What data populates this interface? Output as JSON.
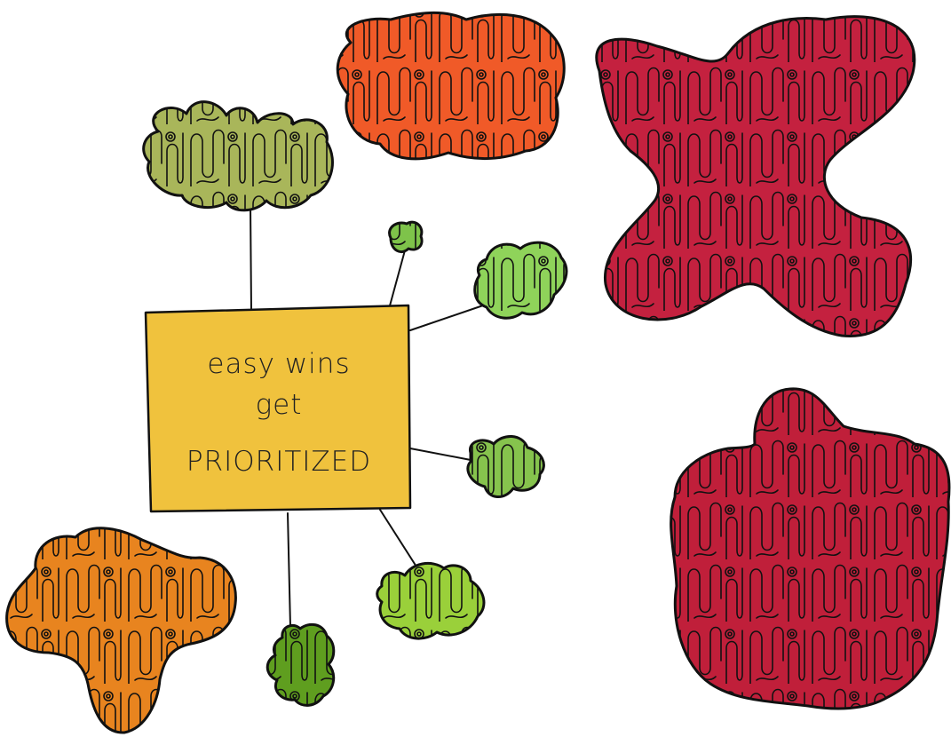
{
  "center_note": {
    "lines": [
      "easy wins",
      "get",
      "PRIORITIZED"
    ],
    "fill_color": "#f0c23d"
  },
  "blobs": [
    {
      "id": "small-olive-blob",
      "color": "#a9b65a",
      "size": "medium",
      "effort": "low"
    },
    {
      "id": "orange-top-blob",
      "color": "#f05a28",
      "size": "large",
      "effort": "medium"
    },
    {
      "id": "red-x-blob",
      "color": "#c4213f",
      "size": "very-large",
      "effort": "high"
    },
    {
      "id": "red-large-blob",
      "color": "#c01f3a",
      "size": "very-large",
      "effort": "high"
    },
    {
      "id": "orange-bottom-blob",
      "color": "#e8841f",
      "size": "large",
      "effort": "medium"
    },
    {
      "id": "tiny-green-blob",
      "color": "#7ec34a",
      "size": "tiny",
      "effort": "low"
    },
    {
      "id": "light-green-blob",
      "color": "#8fd35a",
      "size": "small",
      "effort": "low"
    },
    {
      "id": "green-small-blob",
      "color": "#86c34d",
      "size": "small",
      "effort": "low"
    },
    {
      "id": "lime-blob",
      "color": "#9ad03a",
      "size": "small",
      "effort": "low"
    },
    {
      "id": "dark-green-blob",
      "color": "#5f9e1f",
      "size": "small",
      "effort": "low"
    }
  ]
}
